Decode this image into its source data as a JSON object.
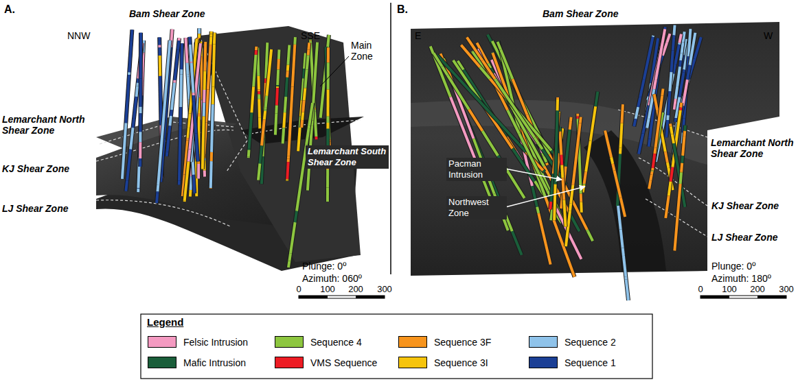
{
  "diagram": {
    "labels": [
      "A.",
      "Bam Shear Zone",
      "NNW",
      "SSE",
      "Main Zone",
      "Lemarchant North Shear Zone",
      "Lemarchant South Shear Zone",
      "KJ Shear Zone",
      "LJ Shear Zone",
      "Plunge: 0º",
      "Azimuth: 060º",
      "0",
      "100",
      "200",
      "300",
      "B.",
      "Bam Shear Zone",
      "E",
      "W",
      "Lemarchant North Shear Zone",
      "Pacman Intrusion",
      "Northwest Zone",
      "KJ Shear Zone",
      "LJ Shear Zone",
      "Plunge: 0º",
      "Azimuth: 180º",
      "0",
      "100",
      "200",
      "300",
      "Legend"
    ],
    "legend": [
      {
        "text": "Felsic Intrusion",
        "color": "#f49ac1"
      },
      {
        "text": "Sequence 4",
        "color": "#8dc63f"
      },
      {
        "text": "Sequence 3F",
        "color": "#f7941d"
      },
      {
        "text": "Sequence 2",
        "color": "#8fc3ea"
      },
      {
        "text": "Mafic Intrusion",
        "color": "#1a5e3a"
      },
      {
        "text": "VMS Sequence",
        "color": "#ed1c24"
      },
      {
        "text": "Sequence 3I",
        "color": "#f6c40c"
      },
      {
        "text": "Sequence 1",
        "color": "#1b3f95"
      }
    ]
  }
}
